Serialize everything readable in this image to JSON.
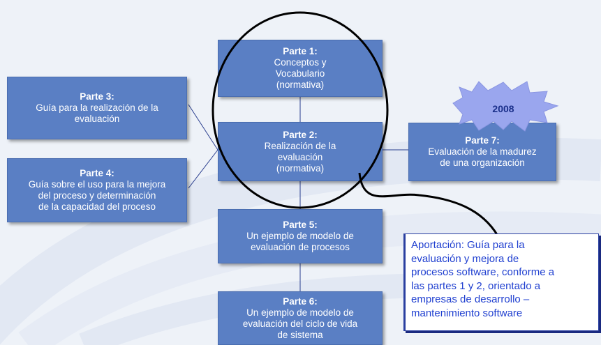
{
  "parts": [
    {
      "id": "p1",
      "title": "Parte 1:",
      "lines": [
        "Conceptos y",
        "Vocabulario",
        "(normativa)"
      ]
    },
    {
      "id": "p2",
      "title": "Parte 2:",
      "lines": [
        "Realización de la",
        "evaluación",
        "(normativa)"
      ]
    },
    {
      "id": "p3",
      "title": "Parte 3:",
      "lines": [
        "Guía para la realización de la",
        "evaluación"
      ]
    },
    {
      "id": "p4",
      "title": "Parte 4:",
      "lines": [
        "Guía sobre el uso para la mejora",
        "del proceso y determinación",
        "de la capacidad del proceso"
      ]
    },
    {
      "id": "p5",
      "title": "Parte 5:",
      "lines": [
        "Un ejemplo de modelo de",
        "evaluación de procesos"
      ]
    },
    {
      "id": "p6",
      "title": "Parte 6:",
      "lines": [
        "Un ejemplo de modelo de",
        "evaluación del ciclo de vida",
        "de sistema"
      ]
    },
    {
      "id": "p7",
      "title": "Parte 7:",
      "lines": [
        "Evaluación de la madurez",
        "de una organización"
      ]
    }
  ],
  "year_badge": "2008",
  "note": {
    "lines": [
      "Aportación: Guía para la",
      "evaluación y mejora de",
      "procesos software, conforme a",
      "las partes 1 y 2, orientado a",
      "empresas de desarrollo –",
      "mantenimiento software"
    ]
  },
  "colors": {
    "box": "#5a7fc4",
    "note_text": "#1f3fd0",
    "star": "#9aa6ee",
    "background": "#eef2f8"
  }
}
